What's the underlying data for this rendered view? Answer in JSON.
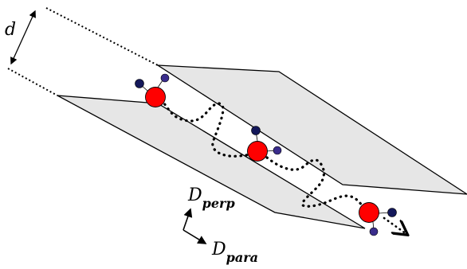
{
  "labels": {
    "spacing": "d",
    "perp_main": "D",
    "perp_sub": "perp",
    "para_main": "D",
    "para_sub": "para"
  },
  "colors": {
    "plane_fill": "#e6e6e6",
    "plane_edge": "#000000",
    "molecule_center": "#ff0000",
    "atom_navy": "#14185a",
    "atom_purple": "#3a2d8c",
    "path": "#000000",
    "background": "#ffffff"
  },
  "elements": {
    "planes": [
      "upper-plane",
      "lower-plane"
    ],
    "molecules": [
      "molecule-1",
      "molecule-2",
      "molecule-3"
    ],
    "icons": [
      "spacing-arrow-icon",
      "perp-arrow-icon",
      "para-arrow-icon",
      "path-arrow-icon"
    ]
  }
}
